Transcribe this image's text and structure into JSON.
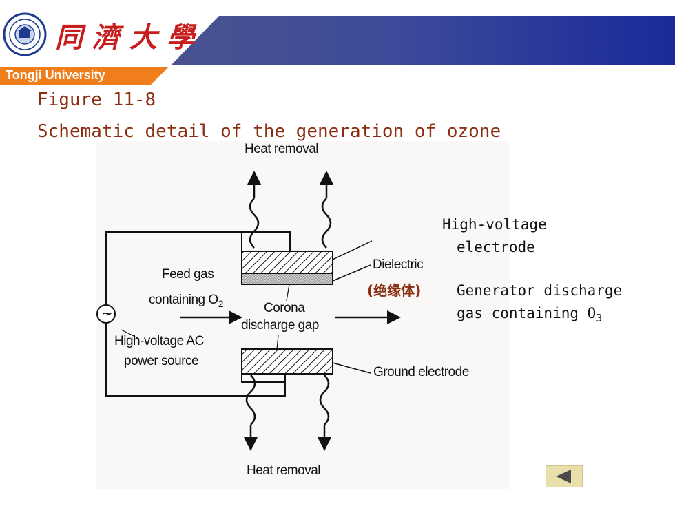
{
  "header": {
    "logo_cn": "同濟大學",
    "university_name": "Tongji University",
    "colors": {
      "orange": "#f07f1b",
      "navy": "#1e2a8c",
      "seal_blue": "#1d3c8f",
      "logo_red": "#c81d1d"
    }
  },
  "slide": {
    "figure_number": "Figure 11-8",
    "figure_title": "Schematic detail of the generation of ozone"
  },
  "diagram": {
    "heat_removal_top": "Heat removal",
    "heat_removal_bottom": "Heat removal",
    "dielectric": "Dielectric",
    "feed_gas_1": "Feed gas",
    "feed_gas_2": "containing O",
    "feed_gas_sub": "2",
    "corona_1": "Corona",
    "corona_2": "discharge gap",
    "ac_1": "High-voltage AC",
    "ac_2": "power source",
    "ground": "Ground electrode",
    "cn_note": "(绝缘体)",
    "hv_electrode_1": "High-voltage",
    "hv_electrode_2": "electrode",
    "generator_1": "Generator discharge",
    "generator_2": "gas containing O",
    "generator_sub": "3",
    "ac_symbol": "~"
  },
  "nav": {
    "back_icon": "back-triangle-icon"
  }
}
